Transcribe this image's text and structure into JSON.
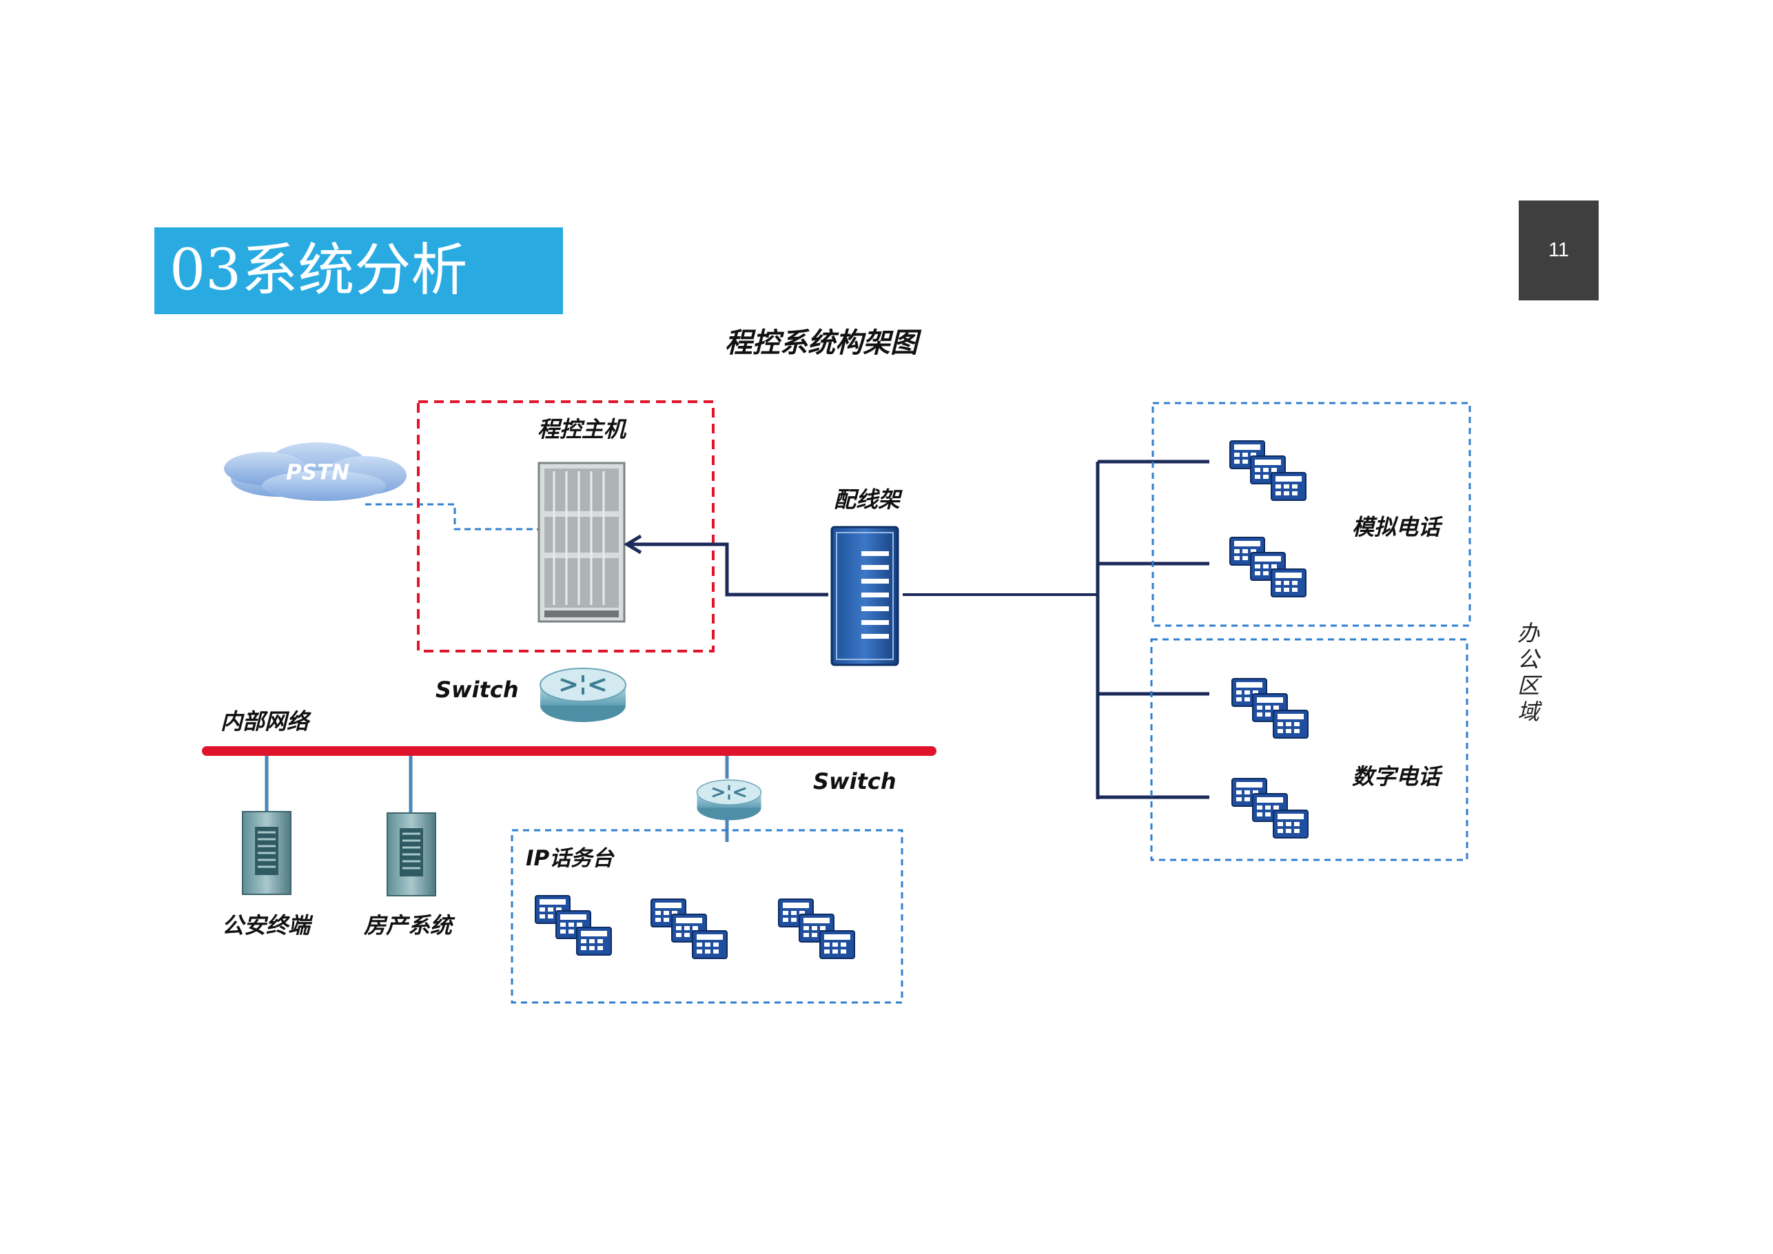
{
  "header": {
    "title": "03系统分析",
    "page_number": "11"
  },
  "diagram": {
    "title": "程控系统构架图",
    "pbx_label": "程控主机",
    "pstn_label": "PSTN",
    "mdf_label": "配线架",
    "switch_top_label": "Switch",
    "switch_ip_label": "Switch",
    "internal_network_label": "内部网络",
    "police_terminal_label": "公安终端",
    "housing_system_label": "房产系统",
    "ip_console_label": "IP话务台",
    "analog_phone_label": "模拟电话",
    "digital_phone_label": "数字电话",
    "office_area_label": "办公区域",
    "colors": {
      "accent": "#29abe2",
      "network_bus": "#e0142b",
      "dashed_blue": "#2f7fd0",
      "dashed_red": "#e0142b",
      "link": "#1c2a5a"
    }
  }
}
